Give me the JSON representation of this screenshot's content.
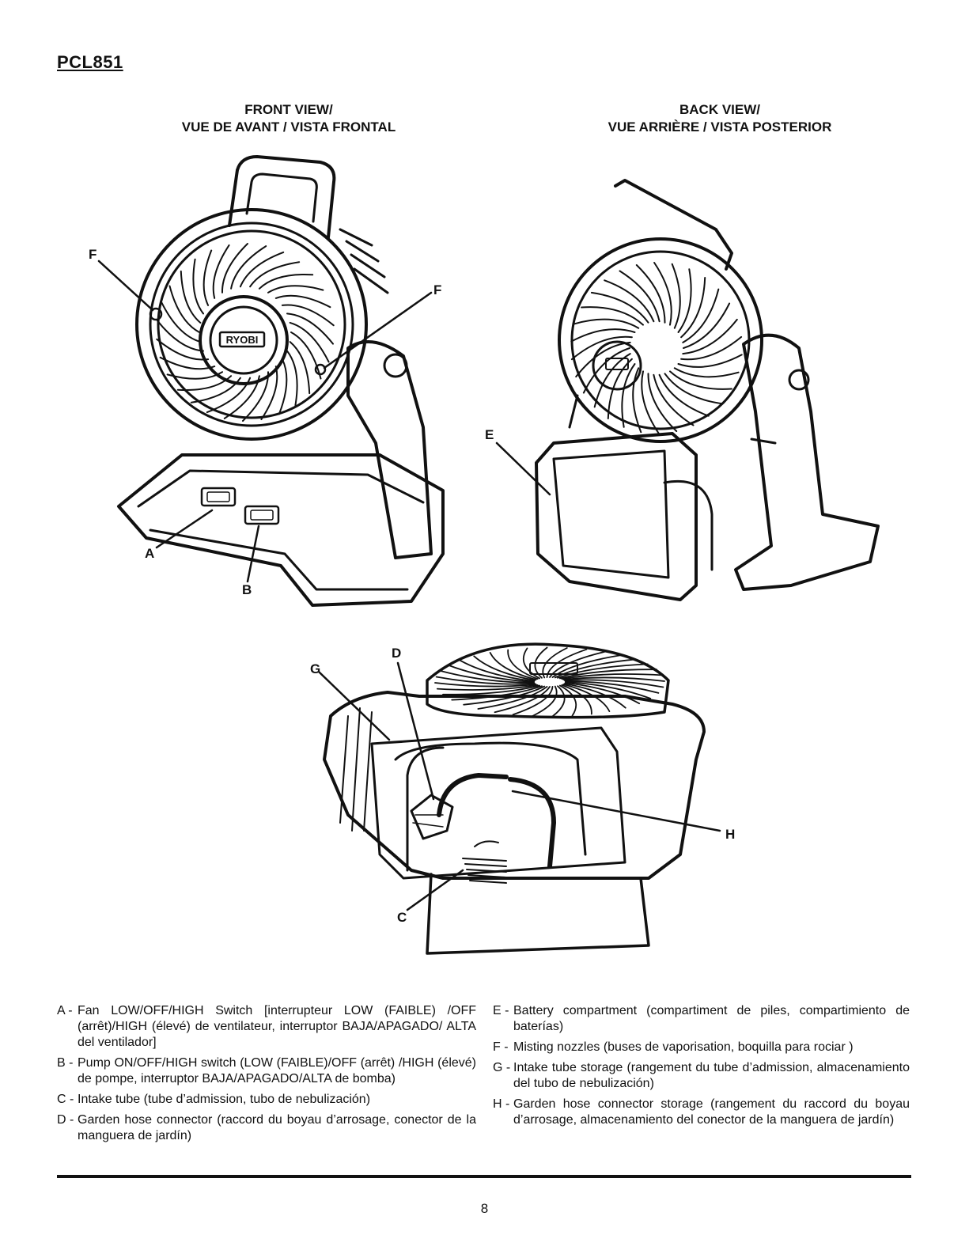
{
  "model": "PCL851",
  "views": {
    "front_line1": "FRONT VIEW/",
    "front_line2": "VUE DE AVANT / VISTA FRONTAL",
    "back_line1": "BACK VIEW/",
    "back_line2": "VUE ARRIÈRE / VISTA POSTERIOR"
  },
  "brand_logo": "RYOBI",
  "callouts": [
    "A",
    "B",
    "C",
    "D",
    "E",
    "F",
    "F",
    "G",
    "H"
  ],
  "legend": {
    "left": [
      {
        "key": "A -",
        "text": "Fan LOW/OFF/HIGH Switch [interrupteur LOW (FAIBLE) /OFF (arrêt)/HIGH (élevé) de ventilateur, interruptor BAJA/APAGADO/ ALTA del ventilador]"
      },
      {
        "key": "B -",
        "text": "Pump ON/OFF/HIGH switch (LOW (FAIBLE)/OFF (arrêt) /HIGH (élevé) de pompe, interruptor BAJA/APAGADO/ALTA de bomba)"
      },
      {
        "key": "C -",
        "text": "Intake tube (tube d’admission, tubo de nebulización)"
      },
      {
        "key": "D -",
        "text": "Garden hose connector (raccord du boyau d’arrosage, conector de la manguera de jardín)"
      }
    ],
    "right": [
      {
        "key": "E -",
        "text": "Battery compartment (compartiment de piles, compartimiento de baterías)"
      },
      {
        "key": "F -",
        "text": "Misting nozzles (buses de vaporisation, boquilla para rociar )"
      },
      {
        "key": "G -",
        "text": "Intake tube storage (rangement du tube d’admission, almacenamiento del tubo de nebulización)"
      },
      {
        "key": "H -",
        "text": "Garden hose connector storage (rangement du raccord du boyau d’arrosage, almacenamiento del conector de la manguera de jardín)"
      }
    ]
  },
  "page_number": "8"
}
